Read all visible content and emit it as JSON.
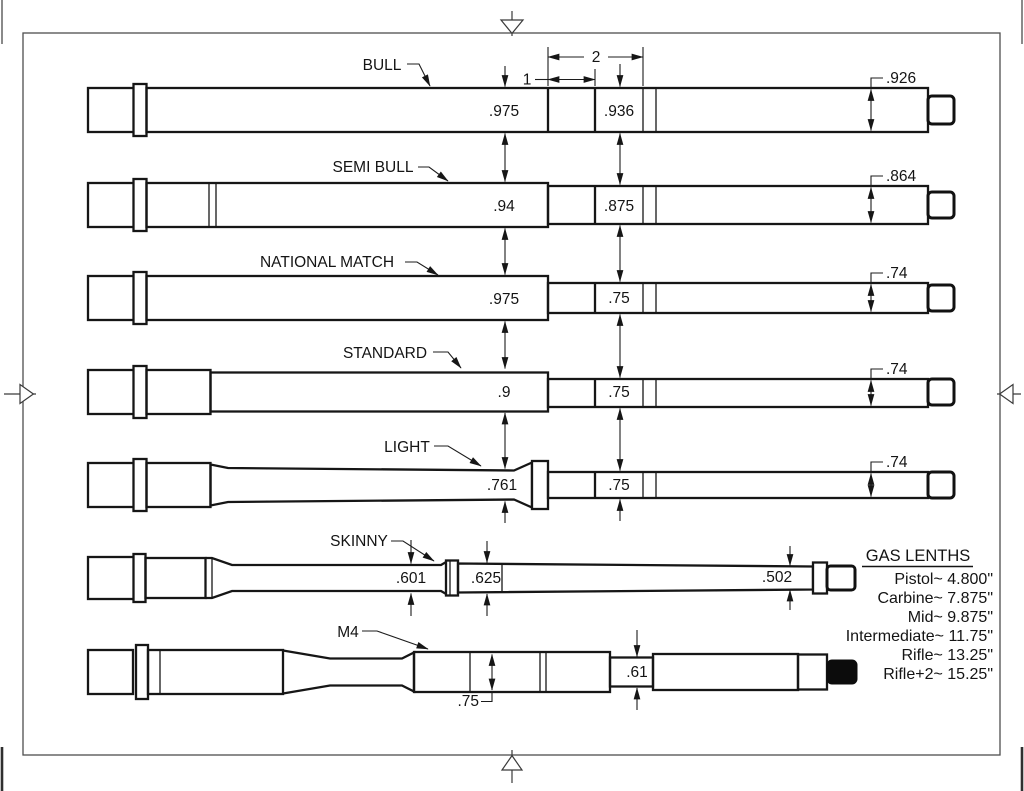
{
  "profiles": [
    {
      "name": "BULL",
      "d1": ".975",
      "d2": ".936",
      "d3": ".926"
    },
    {
      "name": "SEMI BULL",
      "d1": ".94",
      "d2": ".875",
      "d3": ".864"
    },
    {
      "name": "NATIONAL MATCH",
      "d1": ".975",
      "d2": ".75",
      "d3": ".74"
    },
    {
      "name": "STANDARD",
      "d1": ".9",
      "d2": ".75",
      "d3": ".74"
    },
    {
      "name": "LIGHT",
      "d1": ".761",
      "d2": ".75",
      "d3": ".74"
    },
    {
      "name": "SKINNY",
      "d1": ".601",
      "d2": ".625",
      "d3": ".502"
    },
    {
      "name": "M4",
      "d1": ".75",
      "d2": ".61"
    }
  ],
  "top_dims": {
    "d1": "1",
    "d2": "2"
  },
  "gas_lengths": {
    "title": "GAS LENTHS",
    "entries": [
      "Pistol~ 4.800\"",
      "Carbine~ 7.875\"",
      "Mid~ 9.875\"",
      "Intermediate~ 11.75\"",
      "Rifle~ 13.25\"",
      "Rifle+2~ 15.25\""
    ]
  }
}
